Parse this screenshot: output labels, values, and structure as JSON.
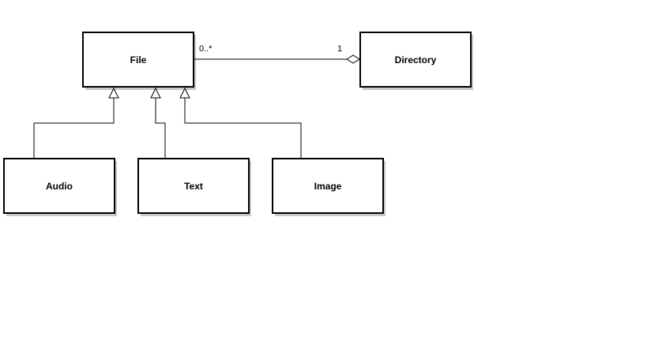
{
  "diagram": {
    "classes": {
      "file": "File",
      "directory": "Directory",
      "audio": "Audio",
      "text": "Text",
      "image": "Image"
    },
    "association": {
      "file_multiplicity": "0..*",
      "directory_multiplicity": "1"
    },
    "colors": {
      "stroke": "#000000",
      "shadow": "#c0c0c0",
      "fill": "#ffffff"
    }
  }
}
